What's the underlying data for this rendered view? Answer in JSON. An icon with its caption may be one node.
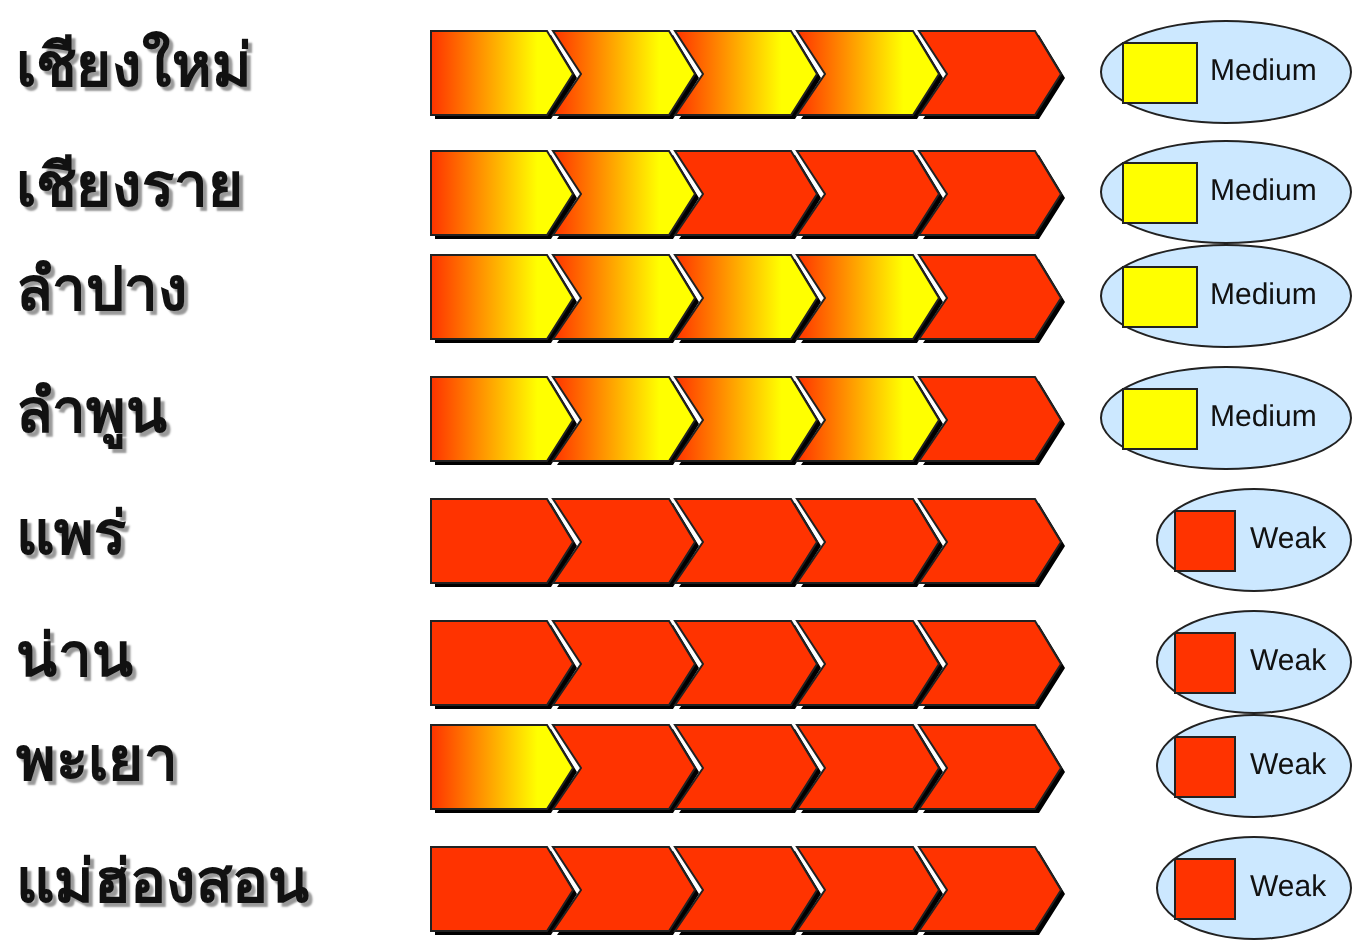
{
  "diagram": {
    "nodes": [
      {
        "text": [
          "Medium"
        ]
      },
      {
        "text": [],
        "shape": "box",
        "in": 0
      },
      {
        "text": [
          "Medium"
        ]
      },
      {
        "text": [],
        "shape": "box",
        "in": 2
      },
      {
        "text": [
          "Medium"
        ]
      },
      {
        "text": [],
        "shape": "box",
        "in": 4
      },
      {
        "text": [
          "Medium"
        ]
      },
      {
        "text": [],
        "shape": "box",
        "in": 6
      },
      {
        "text": [
          "Weak"
        ]
      },
      {
        "text": [],
        "shape": "box",
        "in": 8
      },
      {
        "text": [
          "Weak"
        ]
      },
      {
        "text": [],
        "shape": "box",
        "in": 10
      },
      {
        "text": [
          "Weak"
        ]
      },
      {
        "text": [],
        "shape": "box",
        "in": 12
      },
      {
        "text": [
          "Weak"
        ]
      },
      {
        "text": [],
        "shape": "box",
        "in": 14
      }
    ],
    "labels": [
      "เชียงใหม่",
      "เชียงราย",
      "ลำปาง",
      "ลำพูน",
      "แพร่",
      "น่าน",
      "พะเยา",
      "แม่ฮ่องสอน"
    ]
  }
}
